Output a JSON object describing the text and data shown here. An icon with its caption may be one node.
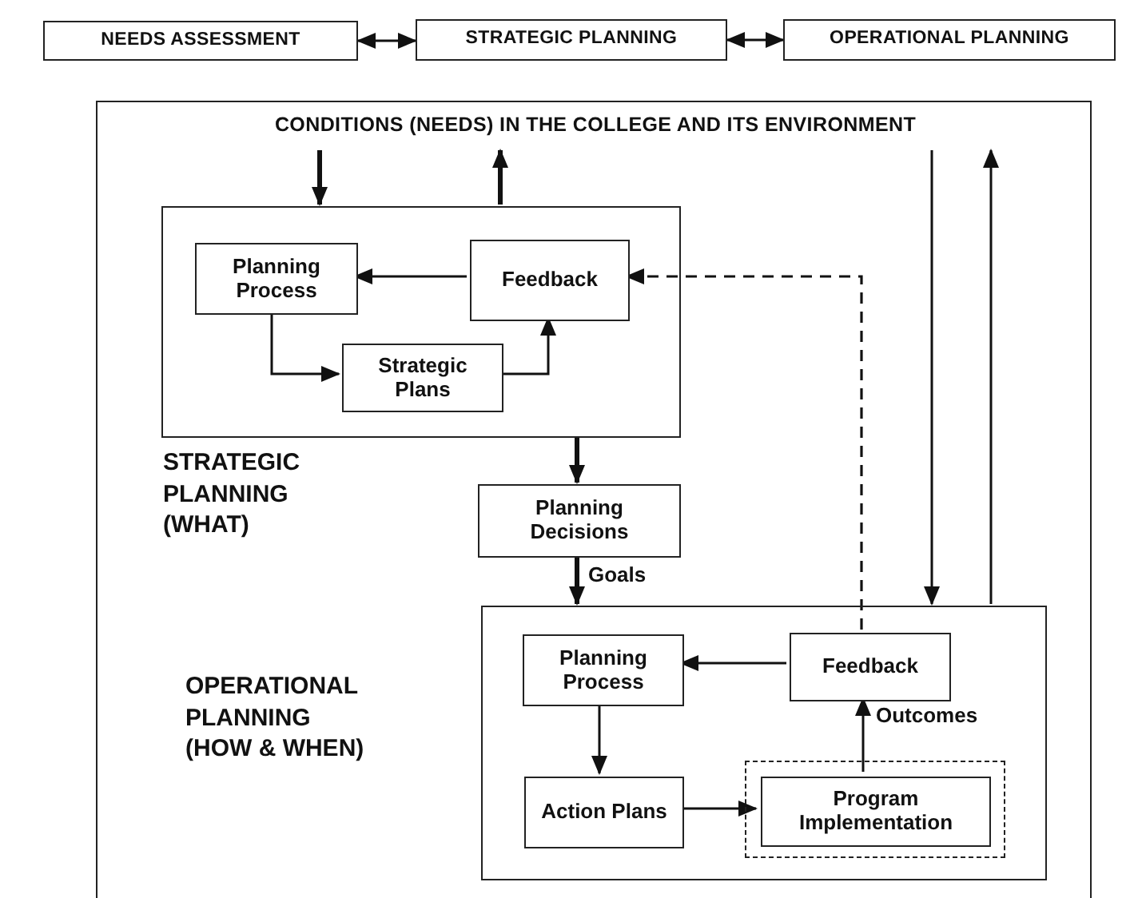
{
  "diagram": {
    "nodes": [
      {
        "text": [
          "NEEDS ASSESSMENT"
        ]
      },
      {
        "text": [
          "STRATEGIC PLANNING"
        ]
      },
      {
        "text": [
          "OPERATIONAL PLANNING"
        ]
      },
      {
        "text": [],
        "shape": "box"
      },
      {
        "text": [
          "CONDITIONS (NEEDS) IN THE COLLEGE AND ITS ENVIRONMENT"
        ],
        "in": 3
      },
      {
        "text": [
          "STRATEGIC PLANNING (WHAT)"
        ],
        "in": 3
      },
      {
        "text": [
          "Planning Process"
        ],
        "in": 5
      },
      {
        "text": [
          "Feedback"
        ],
        "in": 5
      },
      {
        "text": [
          "Strategic Plans"
        ],
        "in": 5
      },
      {
        "text": [
          "Planning Decisions"
        ],
        "in": 3
      },
      {
        "text": [
          "OPERATIONAL PLANNING (HOW & WHEN)"
        ],
        "in": 3
      },
      {
        "text": [
          "Planning Process"
        ],
        "in": 10
      },
      {
        "text": [
          "Feedback"
        ],
        "in": 10
      },
      {
        "text": [],
        "shape": "box",
        "in": 10
      },
      {
        "text": [
          "Action Plans"
        ],
        "in": 10
      },
      {
        "text": [
          "Program Implementation"
        ],
        "in": 13
      }
    ],
    "edges": [
      {
        "from": 0,
        "to": 1,
        "arrow": "both"
      },
      {
        "from": 1,
        "to": 2,
        "arrow": "both"
      },
      {
        "from": 4,
        "to": 5,
        "arrow": "to",
        "style": "thick"
      },
      {
        "from": 5,
        "to": 4,
        "arrow": "to",
        "style": "thick"
      },
      {
        "from": 4,
        "to": 10,
        "arrow": "to"
      },
      {
        "from": 10,
        "to": 4,
        "arrow": "to"
      },
      {
        "from": 7,
        "to": 6,
        "arrow": "to"
      },
      {
        "from": 6,
        "to": 8,
        "arrow": "to"
      },
      {
        "from": 8,
        "to": 7,
        "arrow": "to"
      },
      {
        "from": 5,
        "to": 9,
        "arrow": "to",
        "style": "thick"
      },
      {
        "from": 9,
        "to": 10,
        "arrow": "to",
        "label": "Goals",
        "style": "thick"
      },
      {
        "from": 12,
        "to": 11,
        "arrow": "to"
      },
      {
        "from": 11,
        "to": 14,
        "arrow": "to"
      },
      {
        "from": 14,
        "to": 15,
        "arrow": "to"
      },
      {
        "from": 15,
        "to": 12,
        "arrow": "to",
        "label": "Outcomes"
      },
      {
        "from": 12,
        "to": 7,
        "arrow": "to",
        "style": "dashed"
      }
    ]
  }
}
